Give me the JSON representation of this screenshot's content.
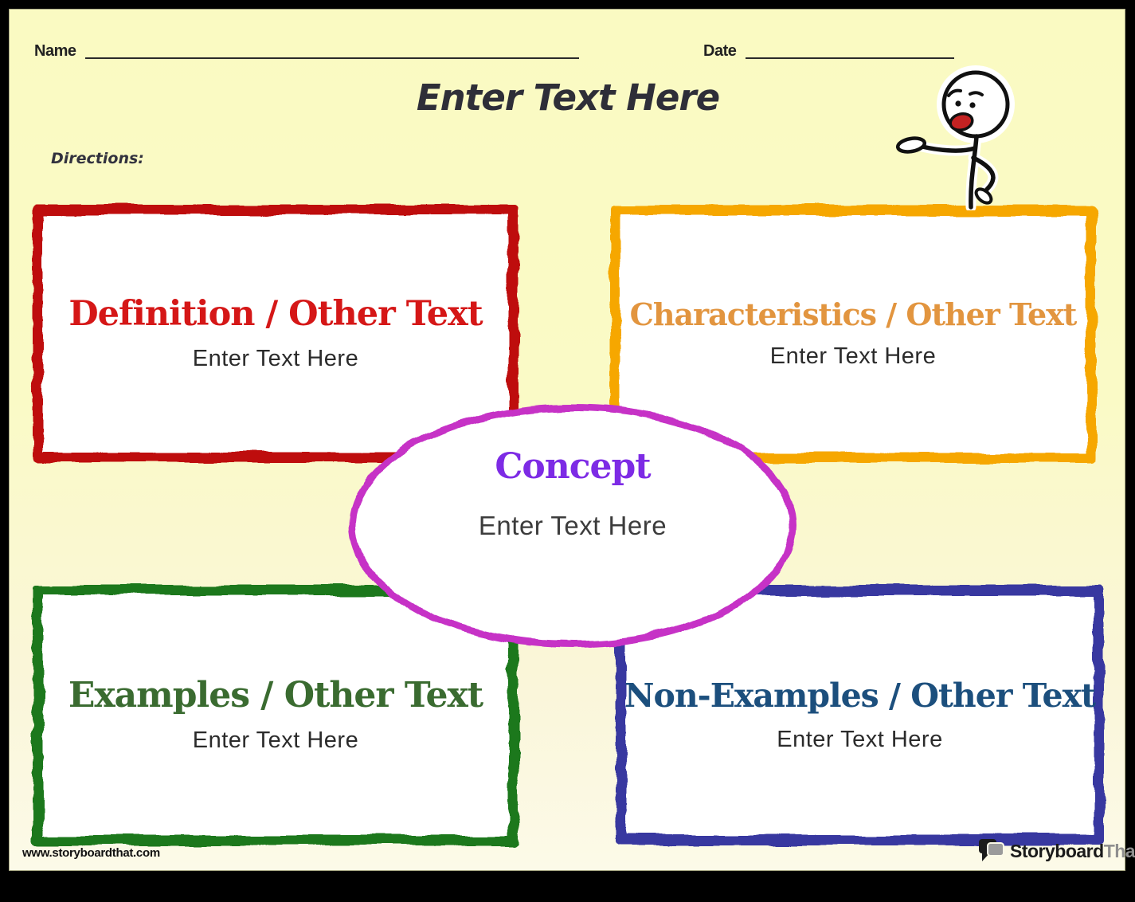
{
  "header": {
    "name_label": "Name",
    "date_label": "Date",
    "title": "Enter Text Here",
    "directions_label": "Directions:"
  },
  "boxes": {
    "definition": {
      "title": "Definition / Other Text",
      "subtitle": "Enter Text Here",
      "border_color": "#be0e0e",
      "title_color": "#d51717"
    },
    "characteristics": {
      "title": "Characteristics / Other Text",
      "subtitle": "Enter Text Here",
      "border_color": "#f6a704",
      "title_color": "#e2953f"
    },
    "examples": {
      "title": "Examples / Other Text",
      "subtitle": "Enter Text Here",
      "border_color": "#1e781e",
      "title_color": "#3a6b30"
    },
    "non_examples": {
      "title": "Non-Examples / Other Text",
      "subtitle": "Enter Text Here",
      "border_color": "#3939a0",
      "title_color": "#1c4f7d"
    }
  },
  "concept": {
    "title": "Concept",
    "subtitle": "Enter Text Here",
    "border_color": "#c631c6",
    "title_color": "#7d2be5"
  },
  "mascot": {
    "icon": "stick-figure-mascot",
    "mouth_color": "#c42222"
  },
  "footer": {
    "url": "www.storyboardthat.com",
    "logo_icon": "speech-bubbles-icon",
    "logo_part1": "Storyboard",
    "logo_part2": "That"
  },
  "colors": {
    "canvas_bg": "#000000",
    "page_bg_top": "#fafac2",
    "page_bg_bottom": "#fcfae8",
    "heading_text": "#2e2e38",
    "subtitle_text": "#2b2b2b",
    "line_color": "#2a2a2a"
  }
}
